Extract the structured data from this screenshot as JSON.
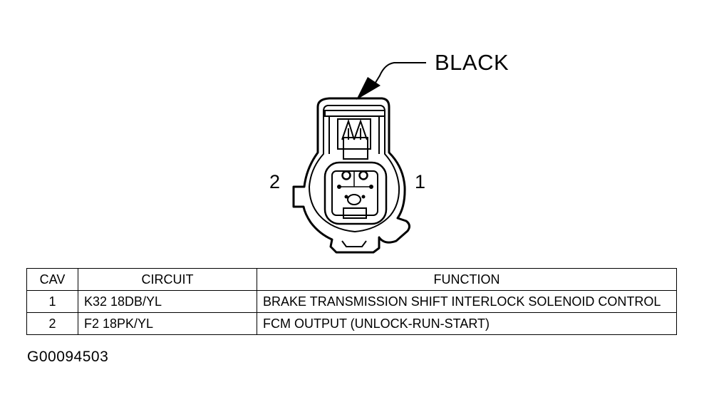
{
  "connector": {
    "color_label": "BLACK",
    "pin_labels": {
      "pin1": "1",
      "pin2": "2"
    }
  },
  "table": {
    "headers": {
      "cav": "CAV",
      "circuit": "CIRCUIT",
      "function": "FUNCTION"
    },
    "rows": [
      {
        "cav": "1",
        "circuit": "K32 18DB/YL",
        "function": "BRAKE TRANSMISSION SHIFT INTERLOCK SOLENOID CONTROL"
      },
      {
        "cav": "2",
        "circuit": "F2 18PK/YL",
        "function": "FCM OUTPUT (UNLOCK-RUN-START)"
      }
    ]
  },
  "figure_id": "G00094503"
}
